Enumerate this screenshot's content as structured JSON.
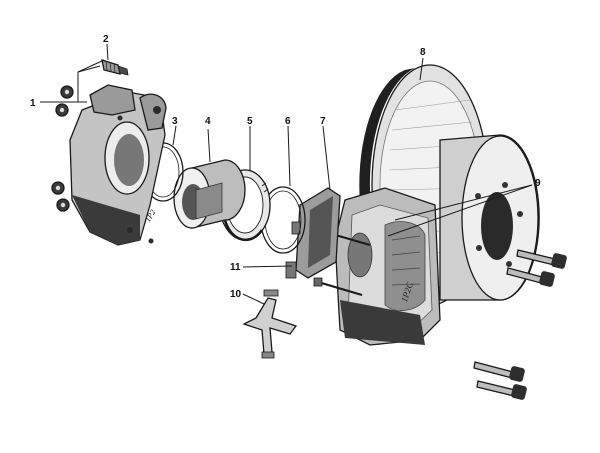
{
  "colors": {
    "ink": "#1a1a1a",
    "shade": "#5a5a5a",
    "mid": "#9a9a9a",
    "light": "#d4d4d4",
    "paper": "#ffffff"
  },
  "callouts": {
    "c1": "1",
    "c2": "2",
    "c3": "3",
    "c4": "4",
    "c5": "5",
    "c6": "6",
    "c7": "7",
    "c8": "8",
    "c9": "9",
    "c10": "10",
    "c11": "11"
  },
  "stamps": {
    "caliper_half_marking": "1P2",
    "caliper_marking": "1P2C"
  }
}
